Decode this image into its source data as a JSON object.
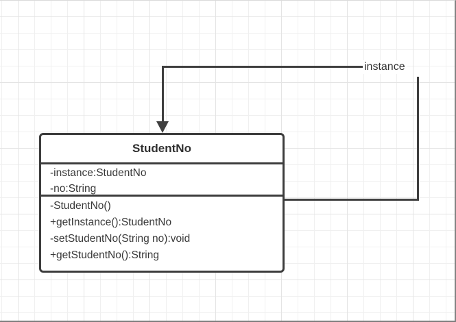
{
  "canvas": {
    "background": "#ffffff",
    "grid_minor_color": "#f0f0f0",
    "grid_major_color": "#e4e4e4",
    "frame_border_color": "#7d7d7d"
  },
  "uml_class": {
    "name": "StudentNo",
    "attributes": [
      "-instance:StudentNo",
      "-no:String"
    ],
    "methods": [
      "-StudentNo()",
      "+getInstance():StudentNo",
      "-setStudentNo(String no):void",
      "+getStudentNo():String"
    ],
    "border_color": "#3c3c3c",
    "text_color": "#383838"
  },
  "connector": {
    "label": "instance",
    "color": "#3f3f3f",
    "arrowhead": "filled-triangle-down",
    "from": "class-right-edge-methods-separator",
    "to": "class-top-edge"
  }
}
